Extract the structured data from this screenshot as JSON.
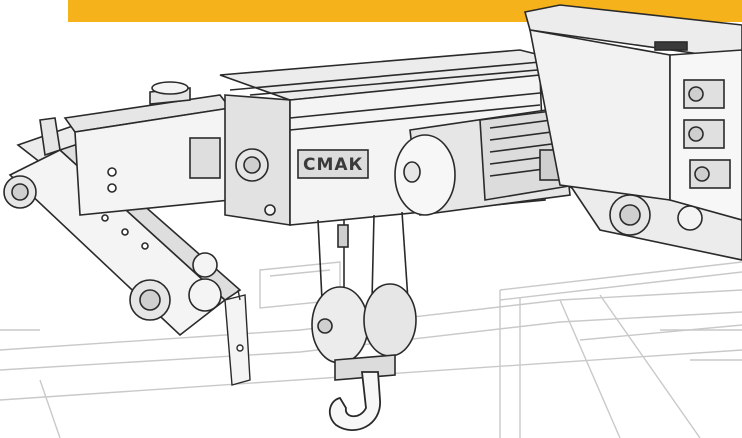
{
  "brand": {
    "logo_text": "СМАК"
  },
  "colors": {
    "accent": "#F6B21A",
    "line": "#2a2a2a",
    "light_line": "#b8b8b8",
    "panel_light": "#f4f4f4",
    "panel_mid": "#e6e6e6",
    "panel_dark": "#cfcfcf"
  },
  "icons": {
    "hoist": "electric-wire-rope-hoist",
    "hook": "crane-hook-icon",
    "control-box": "electrical-control-box"
  }
}
